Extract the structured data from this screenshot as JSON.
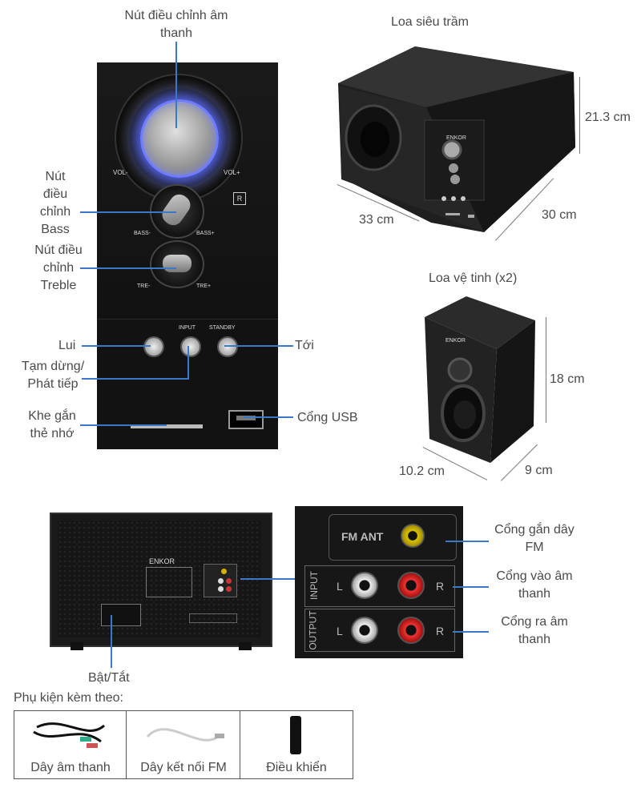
{
  "front_panel": {
    "volume_knob_label": "Nút điều chỉnh âm thanh",
    "bass_knob_label": "Nút điều chỉnh Bass",
    "treble_knob_label": "Nút điều chỉnh Treble",
    "prev_label": "Lui",
    "pause_label": "Tạm dừng/ Phát tiếp",
    "next_label": "Tới",
    "card_slot_label": "Khe gắn thẻ nhớ",
    "usb_label": "Cổng USB",
    "marks": {
      "vol_minus": "VOL-",
      "vol_plus": "VOL+",
      "bass_minus": "BASS-",
      "bass_plus": "BASS+",
      "tre_minus": "TRE-",
      "tre_plus": "TRE+",
      "input": "INPUT",
      "standby": "STANDBY"
    }
  },
  "subwoofer": {
    "title": "Loa siêu trầm",
    "height": "21.3 cm",
    "width": "33 cm",
    "depth": "30 cm",
    "brand": "ENKOR"
  },
  "satellite": {
    "title": "Loa vệ tinh (x2)",
    "height": "18 cm",
    "width": "10.2 cm",
    "depth": "9 cm",
    "brand": "ENKOR"
  },
  "back_panel": {
    "power_label": "Bật/Tắt",
    "brand": "ENKOR",
    "fm_label": "Cổng gắn dây FM",
    "input_label": "Cổng vào âm thanh",
    "output_label": "Cổng ra âm thanh",
    "jack_marks": {
      "fm_ant": "FM ANT",
      "input": "INPUT",
      "output": "OUTPUT",
      "left": "L",
      "right": "R"
    }
  },
  "accessories": {
    "heading": "Phụ kiện kèm theo:",
    "items": [
      "Dây âm thanh",
      "Dây kết nối FM",
      "Điều khiển"
    ]
  }
}
